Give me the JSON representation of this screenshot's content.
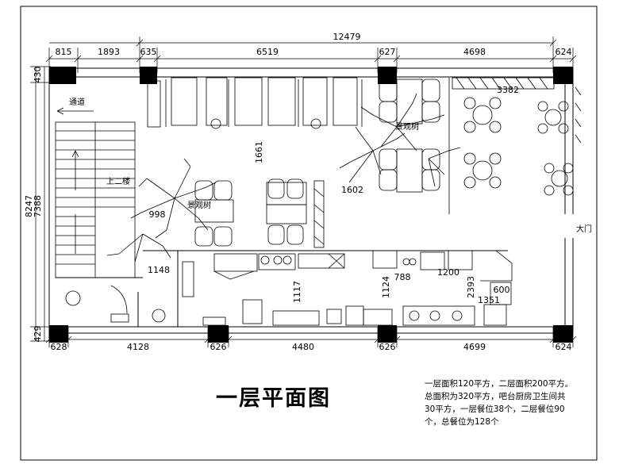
{
  "title": "一层平面图",
  "note": "一层面积120平方，二层面积200平方。总面积为320平方，吧台厨房卫生间共30平方，一层餐位38个，二层餐位90个，总餐位为128个",
  "dims_top_small": [
    "815",
    "1893",
    "635",
    "6519",
    "627",
    "4698",
    "624"
  ],
  "dim_top_total": "12479",
  "dims_bottom": [
    "628",
    "4128",
    "626",
    "4480",
    "626",
    "4699",
    "624"
  ],
  "dims_left": [
    "430",
    "8247",
    "7388",
    "429"
  ],
  "dims_inner": [
    "3382",
    "1661",
    "1602",
    "998",
    "1148",
    "1117",
    "1124",
    "788",
    "1200",
    "2393",
    "1351",
    "600"
  ],
  "labels": {
    "passage": "通道",
    "upstairs": "上二楼",
    "view_a": "景观树",
    "view_b": "景观树",
    "main_door": "大门"
  }
}
